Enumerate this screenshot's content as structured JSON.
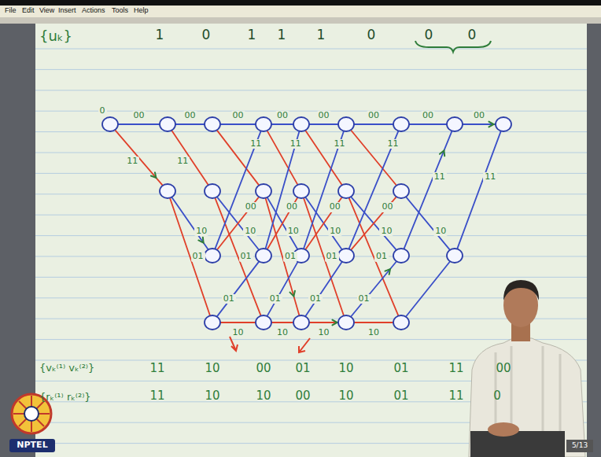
{
  "diagram": {
    "labels": [
      "File",
      "Edit",
      "View",
      "Insert",
      "Actions",
      "Tools",
      "Help",
      "{uₖ}",
      "1",
      "0",
      "1",
      "1",
      "1",
      "0",
      "0",
      "0",
      "0",
      "00",
      "00",
      "00",
      "00",
      "00",
      "00",
      "00",
      "00",
      "11",
      "11",
      "11",
      "11",
      "11",
      "11",
      "11",
      "11",
      "00",
      "00",
      "00",
      "00",
      "10",
      "10",
      "10",
      "10",
      "10",
      "10",
      "01",
      "01",
      "01",
      "01",
      "01",
      "01",
      "01",
      "01",
      "01",
      "10",
      "10",
      "10",
      "10",
      "{vₖ⁽¹⁾ vₖ⁽²⁾}",
      "11",
      "10",
      "00",
      "01",
      "10",
      "01",
      "11",
      "00",
      "{rₖ⁽¹⁾ rₖ⁽²⁾}",
      "11",
      "10",
      "10",
      "00",
      "10",
      "01",
      "11",
      "0",
      "NPTEL",
      "5/13"
    ]
  }
}
